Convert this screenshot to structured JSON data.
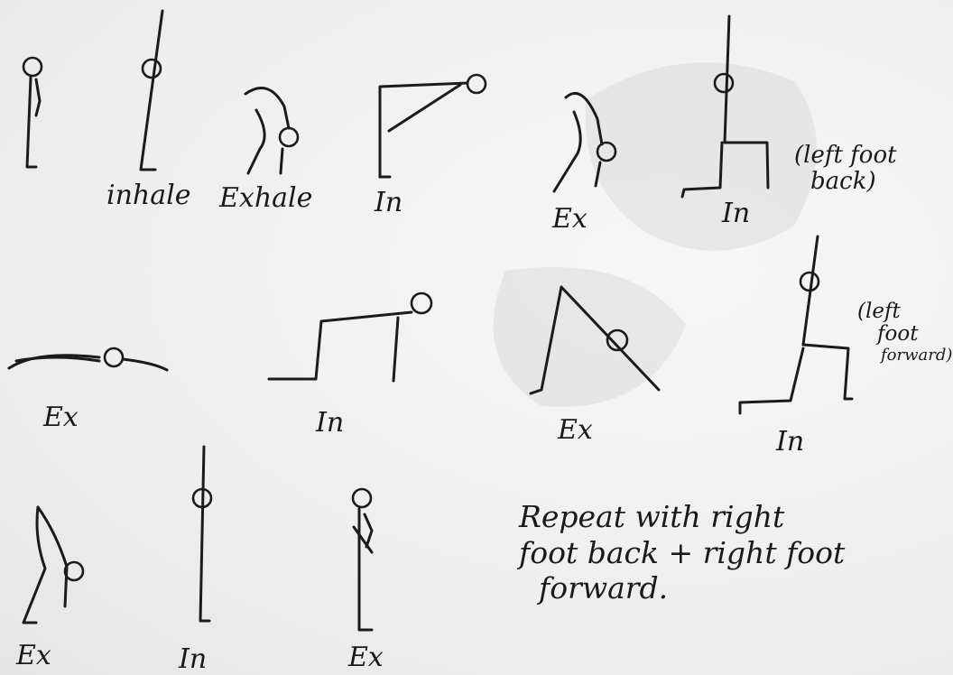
{
  "labels": {
    "row1": [
      "inhale",
      "Exhale",
      "In",
      "Ex",
      "In"
    ],
    "row2": [
      "Ex",
      "In",
      "Ex",
      "In"
    ],
    "row3": [
      "Ex",
      "In",
      "Ex"
    ]
  },
  "notes": {
    "left_foot_back": [
      "(left foot",
      "back)"
    ],
    "left_foot_forward": [
      "(left",
      "foot",
      "forward)"
    ]
  },
  "instruction": {
    "lines": [
      "Repeat with right",
      "foot back + right foot",
      "forward."
    ]
  }
}
